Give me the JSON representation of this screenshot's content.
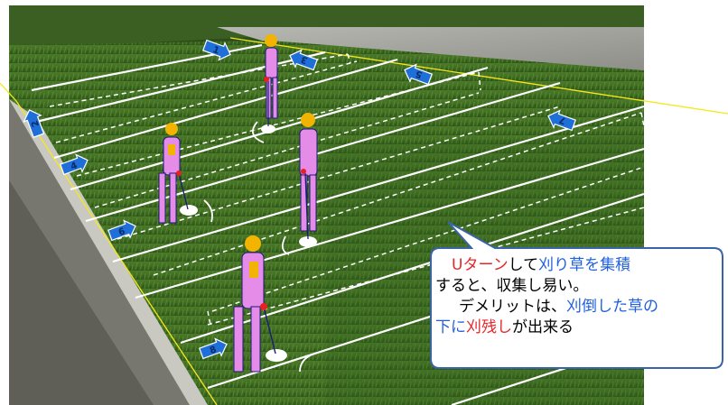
{
  "arrows": [
    {
      "label": "1"
    },
    {
      "label": "2"
    },
    {
      "label": "3"
    },
    {
      "label": "4"
    },
    {
      "label": "5"
    },
    {
      "label": "6"
    },
    {
      "label": "7"
    },
    {
      "label": "8"
    }
  ],
  "callout": {
    "l1_a": "Uターン",
    "l1_b": "して",
    "l1_c": "刈り草を集積",
    "l2": "すると、収集し易い。",
    "l3_a": "デメリットは、",
    "l3_b": "刈倒した草の",
    "l4_a": "下に",
    "l4_b": "刈残し",
    "l4_c": "が出来る"
  },
  "colors": {
    "figure_body": "#e58be8",
    "figure_head": "#f2b400",
    "arrow_fill": "#1e6fd8",
    "guide_line": "#f5e81c",
    "callout_border": "#3a64a8"
  }
}
